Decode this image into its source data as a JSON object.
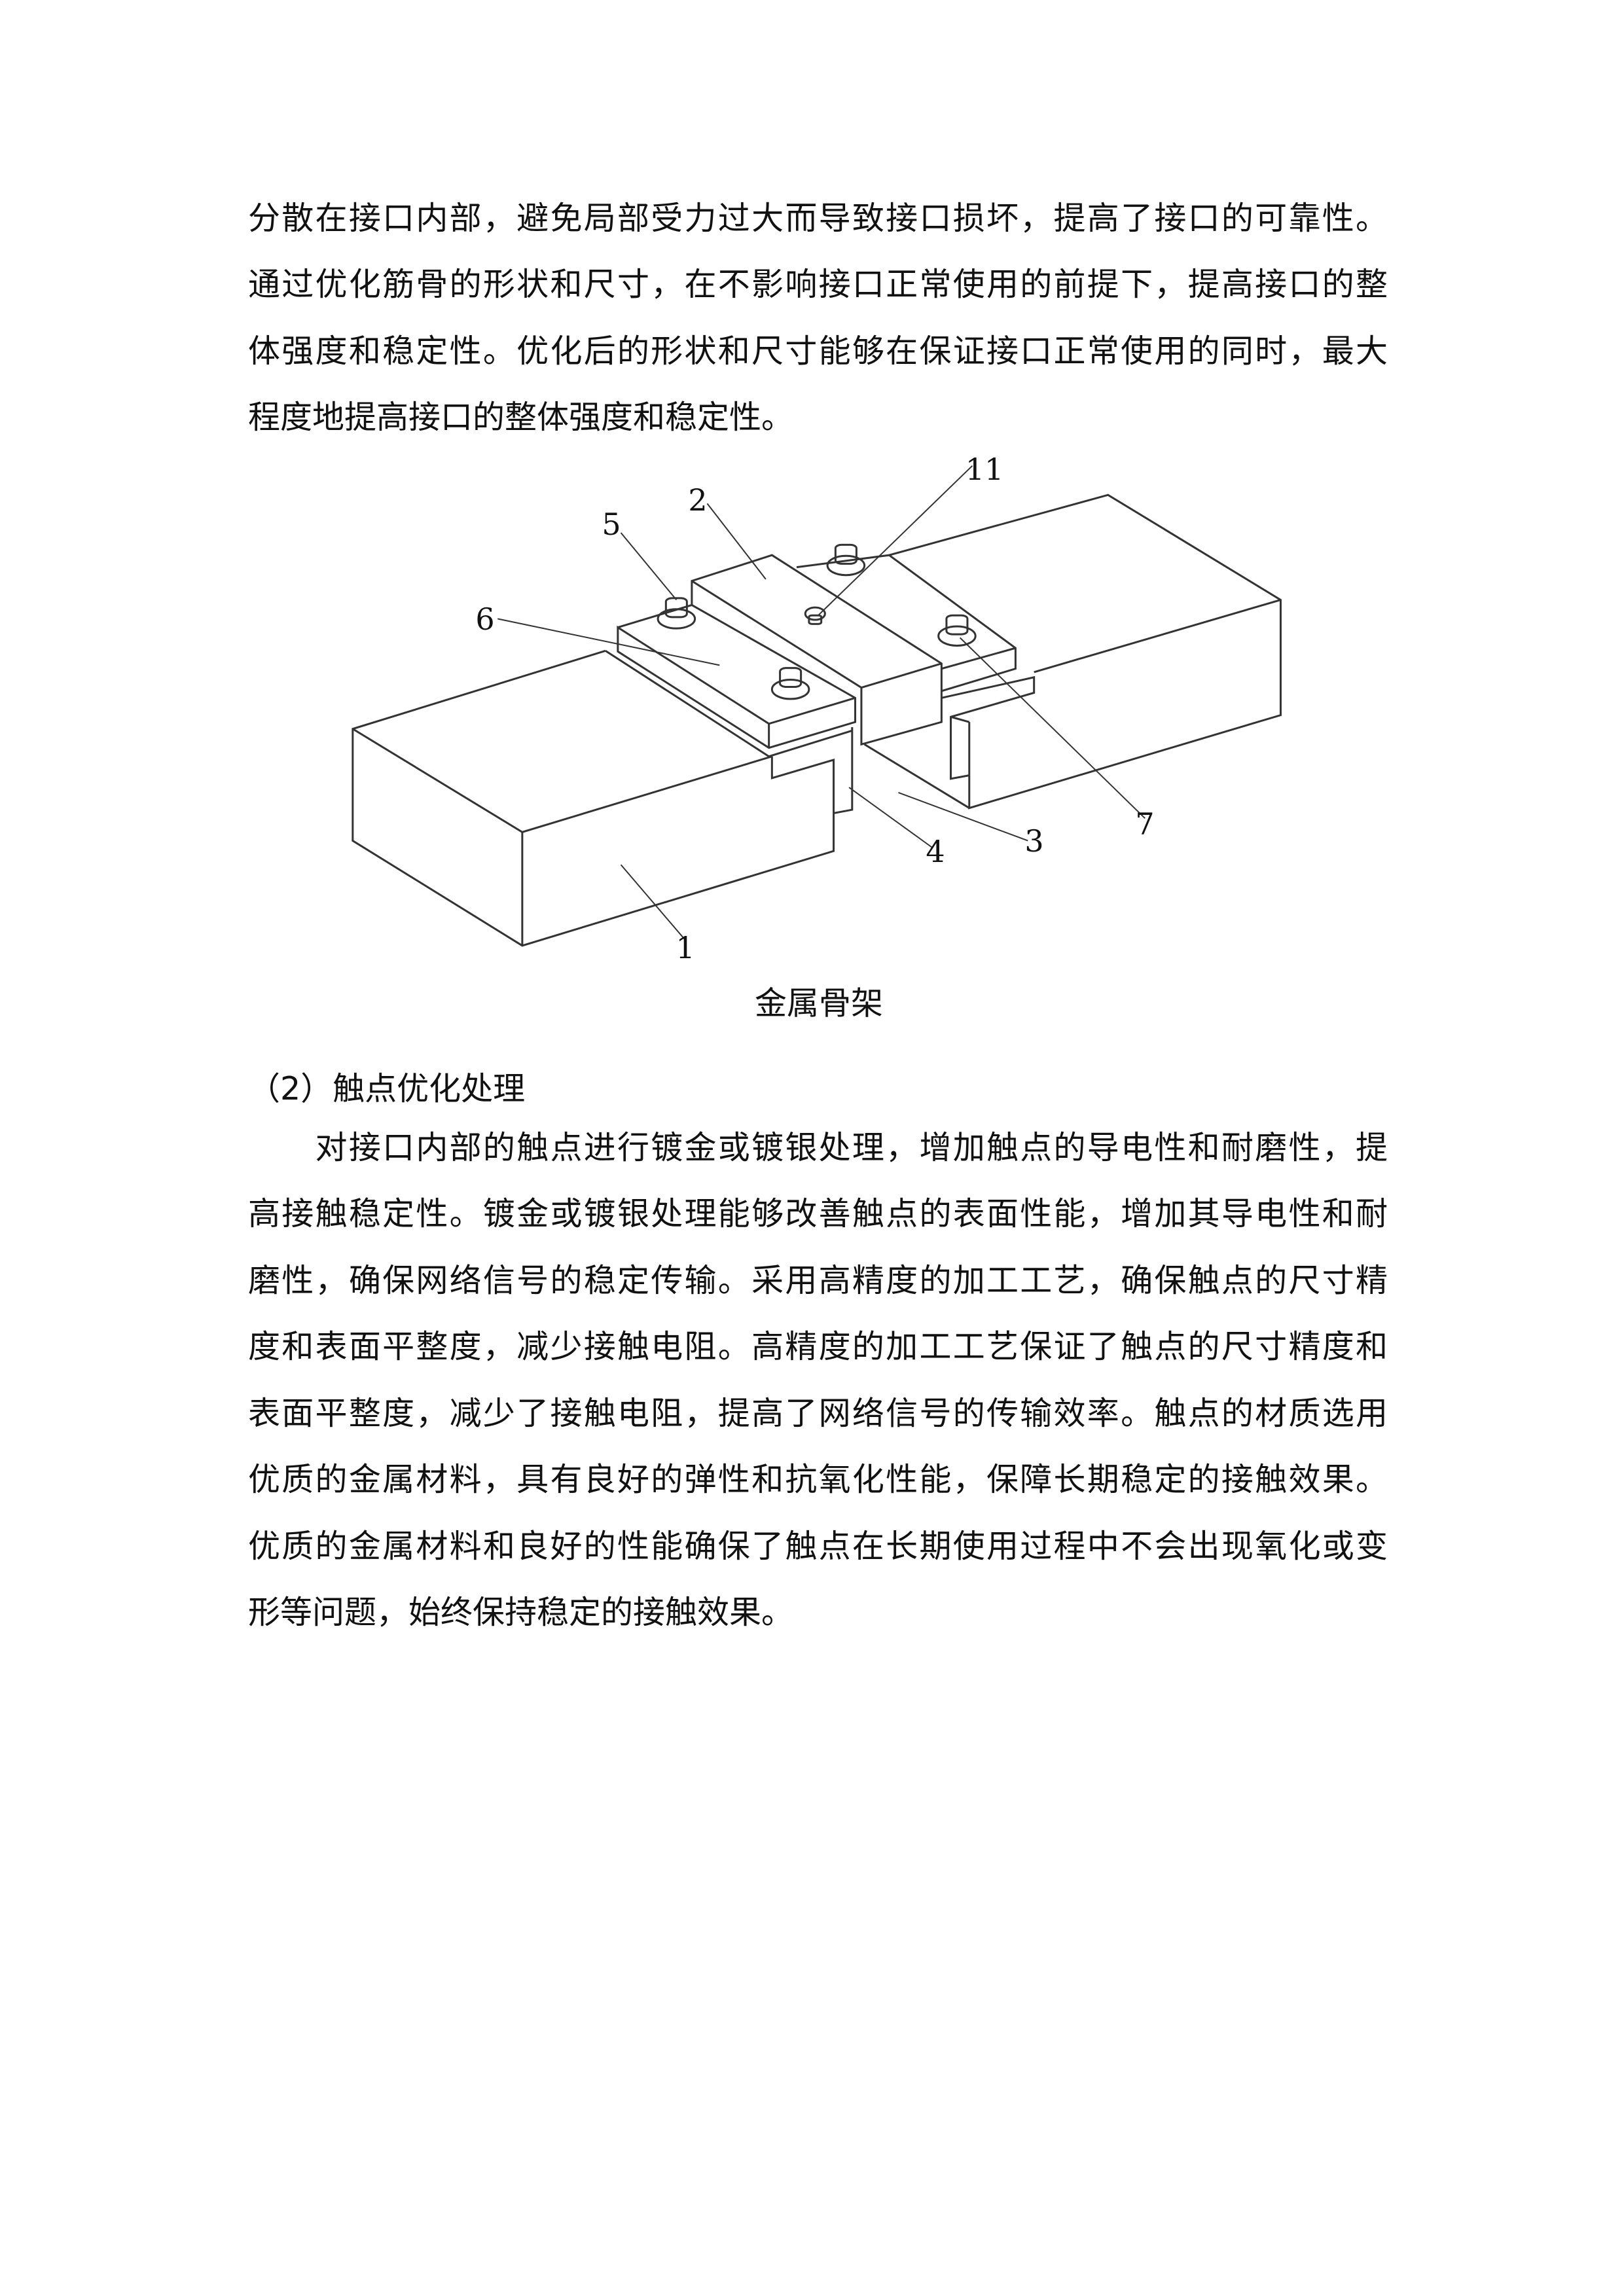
{
  "paragraph1": [
    "分散在接口内部，避免局部受力过大而导致接口损坏，提高了接口的可靠性。",
    "通过优化筋骨的形状和尺寸，在不影响接口正常使用的前提下，提高接口的整",
    "体强度和稳定性。优化后的形状和尺寸能够在保证接口正常使用的同时，最大",
    "程度地提高接口的整体强度和稳定性。"
  ],
  "figure": {
    "labels": [
      "11",
      "2",
      "5",
      "6",
      "7",
      "3",
      "4",
      "1"
    ],
    "caption": "金属骨架"
  },
  "section_heading": "（2）触点优化处理",
  "paragraph2": [
    "　　对接口内部的触点进行镀金或镀银处理，增加触点的导电性和耐磨性，提",
    "高接触稳定性。镀金或镀银处理能够改善触点的表面性能，增加其导电性和耐",
    "磨性，确保网络信号的稳定传输。采用高精度的加工工艺，确保触点的尺寸精",
    "度和表面平整度，减少接触电阻。高精度的加工工艺保证了触点的尺寸精度和",
    "表面平整度，减少了接触电阻，提高了网络信号的传输效率。触点的材质选用",
    "优质的金属材料，具有良好的弹性和抗氧化性能，保障长期稳定的接触效果。",
    "优质的金属材料和良好的性能确保了触点在长期使用过程中不会出现氧化或变",
    "形等问题，始终保持稳定的接触效果。"
  ]
}
